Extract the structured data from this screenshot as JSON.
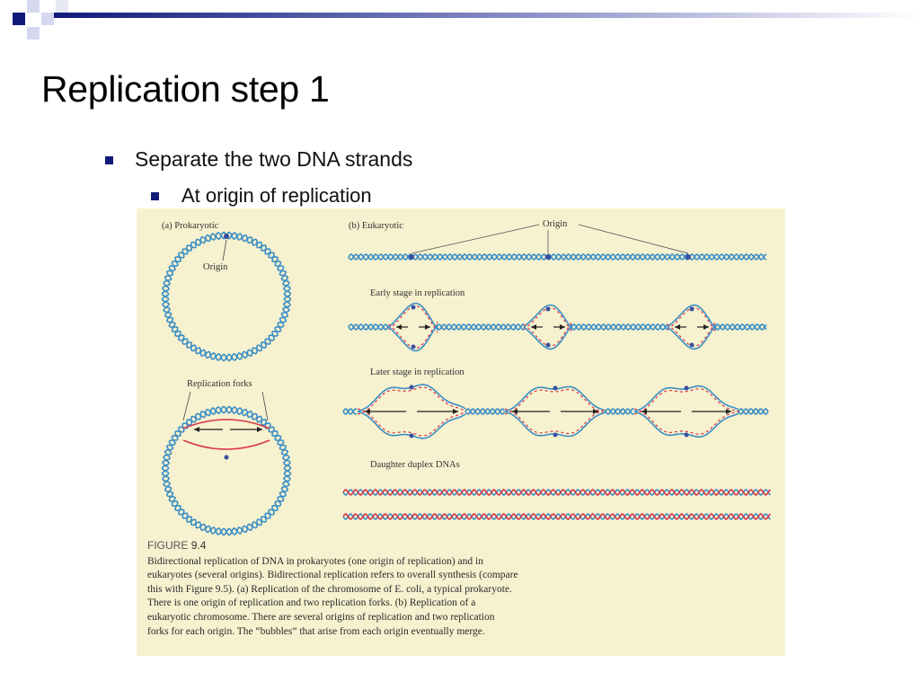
{
  "slide": {
    "title": "Replication step 1",
    "bullets": [
      {
        "text": "Separate the two DNA strands"
      },
      {
        "text": "At origin of replication"
      }
    ]
  },
  "figure": {
    "panel_a": {
      "label": "(a)",
      "name": "Prokaryotic",
      "origin_label": "Origin",
      "forks_label": "Replication forks"
    },
    "panel_b": {
      "label": "(b)",
      "name": "Eukaryotic",
      "origin_label": "Origin",
      "early_label": "Early stage in replication",
      "later_label": "Later stage in replication",
      "daughter_label": "Daughter duplex DNAs"
    },
    "caption": {
      "heading_prefix": "FIGURE",
      "heading_number": "9.4",
      "lines": [
        "Bidirectional replication of DNA in prokaryotes (one origin of replication) and in",
        "eukaryotes (several origins). Bidirectional replication refers to overall synthesis (compare",
        "this with Figure 9.5). (a) Replication of the chromosome of E. coli, a typical prokaryote.",
        "There is one origin of replication and two replication forks. (b) Replication of a",
        "eukaryotic chromosome. There are several origins of replication and two replication",
        "forks for each origin. The “bubbles” that arise from each origin eventually merge."
      ]
    },
    "colors": {
      "parent_strand": "#3a8ec4",
      "new_strand": "#d8344a",
      "origin_dot": "#3a4fa0",
      "background": "#f6f1cf"
    }
  },
  "theme": {
    "accent": "#0f1a7a",
    "bar_light": "#c8cbe6"
  }
}
